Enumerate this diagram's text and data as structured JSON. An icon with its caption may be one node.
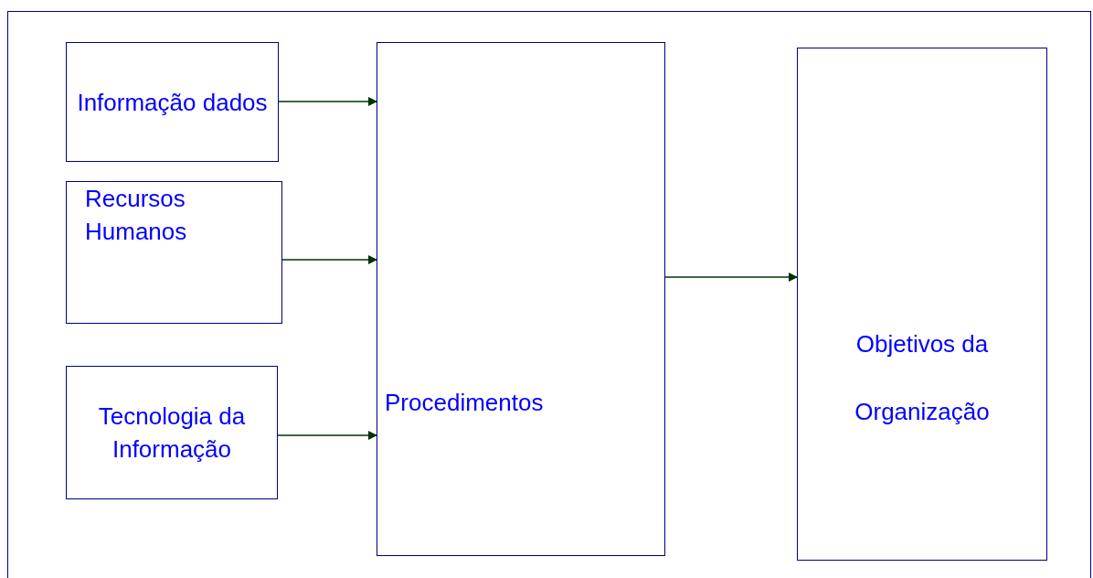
{
  "diagram": {
    "nodes": [
      {
        "text": [
          "Informação dados"
        ]
      },
      {
        "text": [
          "Recursos Humanos"
        ]
      },
      {
        "text": [
          "Tecnologia da Informação"
        ]
      },
      {
        "text": [
          "Procedimentos"
        ]
      },
      {
        "text": [
          "Objetivos da Organização"
        ]
      }
    ],
    "edges": [
      {
        "from": 0,
        "to": 3,
        "arrow": "to"
      },
      {
        "from": 1,
        "to": 3,
        "arrow": "to"
      },
      {
        "from": 2,
        "to": 3,
        "arrow": "to"
      },
      {
        "from": 3,
        "to": 4,
        "arrow": "to"
      }
    ]
  }
}
